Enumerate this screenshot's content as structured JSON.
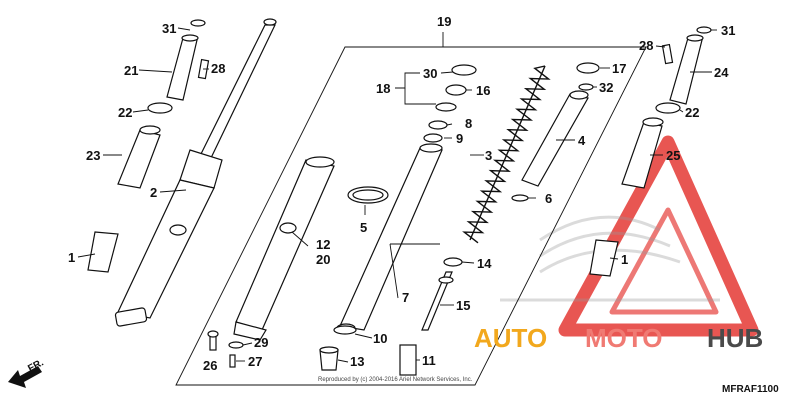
{
  "diagram": {
    "group_label": "19",
    "labels": {
      "l1a": "1",
      "l1b": "1",
      "l2": "2",
      "l3": "3",
      "l4": "4",
      "l5": "5",
      "l6": "6",
      "l7": "7",
      "l8": "8",
      "l9": "9",
      "l10": "10",
      "l11": "11",
      "l12": "12",
      "l13": "13",
      "l14": "14",
      "l15": "15",
      "l16": "16",
      "l17": "17",
      "l18": "18",
      "l20": "20",
      "l21": "21",
      "l22a": "22",
      "l22b": "22",
      "l23": "23",
      "l24": "24",
      "l25": "25",
      "l26": "26",
      "l27": "27",
      "l28a": "28",
      "l28b": "28",
      "l29": "29",
      "l30": "30",
      "l31a": "31",
      "l31b": "31",
      "l32": "32"
    },
    "front_label": "FR.",
    "copyright": "Reproduced by (c) 2004-2016 Ariel Network Services, Inc.",
    "figure_code": "MFRAF1100"
  },
  "watermark": {
    "word1": "AUTO",
    "word2": "MOTO",
    "word3": "HUB",
    "colors": {
      "auto": "#f2a81d",
      "moto": "#f07a73",
      "hub": "#4a4a4a",
      "triangle": "#e53935"
    }
  }
}
